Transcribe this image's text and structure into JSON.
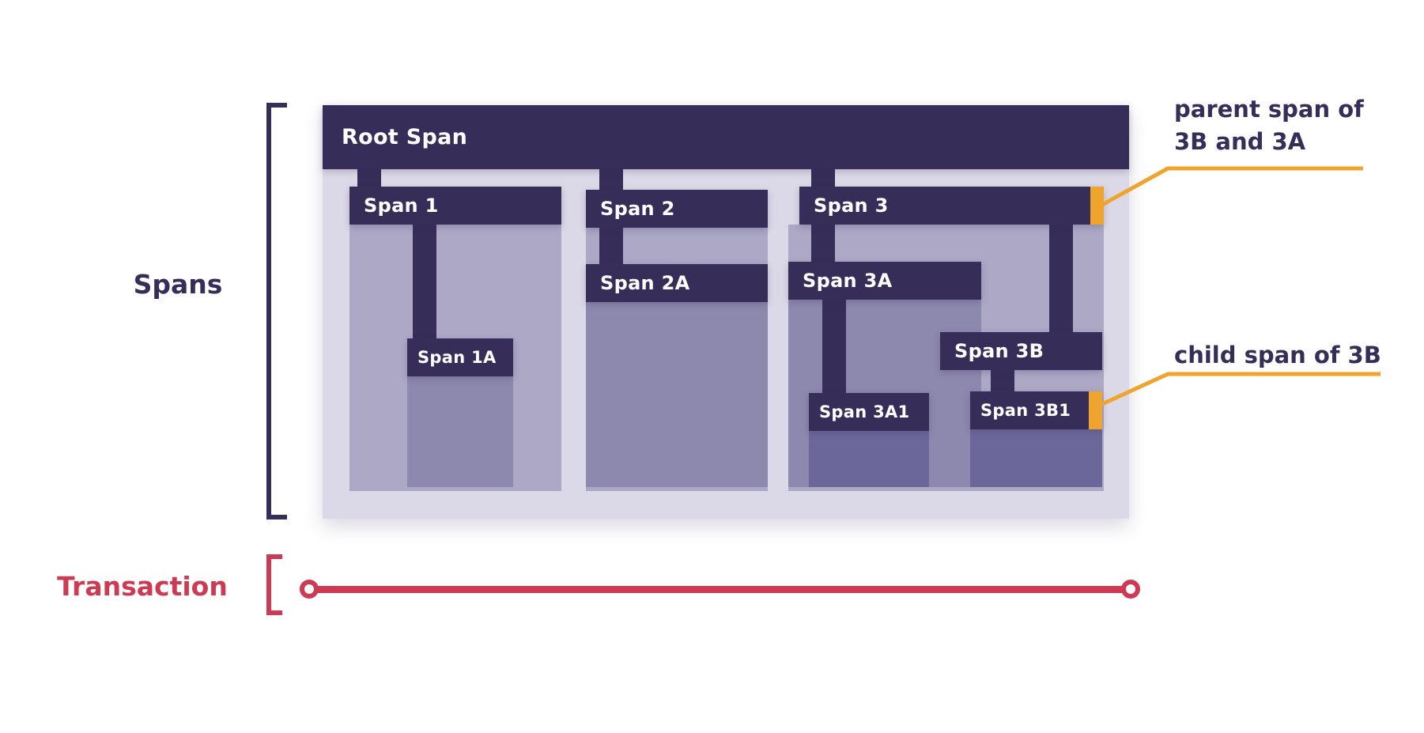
{
  "labels": {
    "spans": "Spans",
    "transaction": "Transaction"
  },
  "spans": {
    "root": "Root Span",
    "s1": "Span 1",
    "s1a": "Span 1A",
    "s2": "Span 2",
    "s2a": "Span 2A",
    "s3": "Span 3",
    "s3a": "Span 3A",
    "s3a1": "Span 3A1",
    "s3b": "Span 3B",
    "s3b1": "Span 3B1"
  },
  "annotations": {
    "parent_line1": "parent span of",
    "parent_line2": "3B and 3A",
    "child": "child span of 3B"
  },
  "colors": {
    "span_bar": "#362D59",
    "container_bg": "#DBD9E7",
    "body_light": "#ACA8C6",
    "body_medium": "#8D88AE",
    "body_dark": "#6C679B",
    "transaction_red": "#CC3A53",
    "highlight_orange": "#EFA42D",
    "annotation_text": "#362D59",
    "background": "#FFFFFF"
  }
}
